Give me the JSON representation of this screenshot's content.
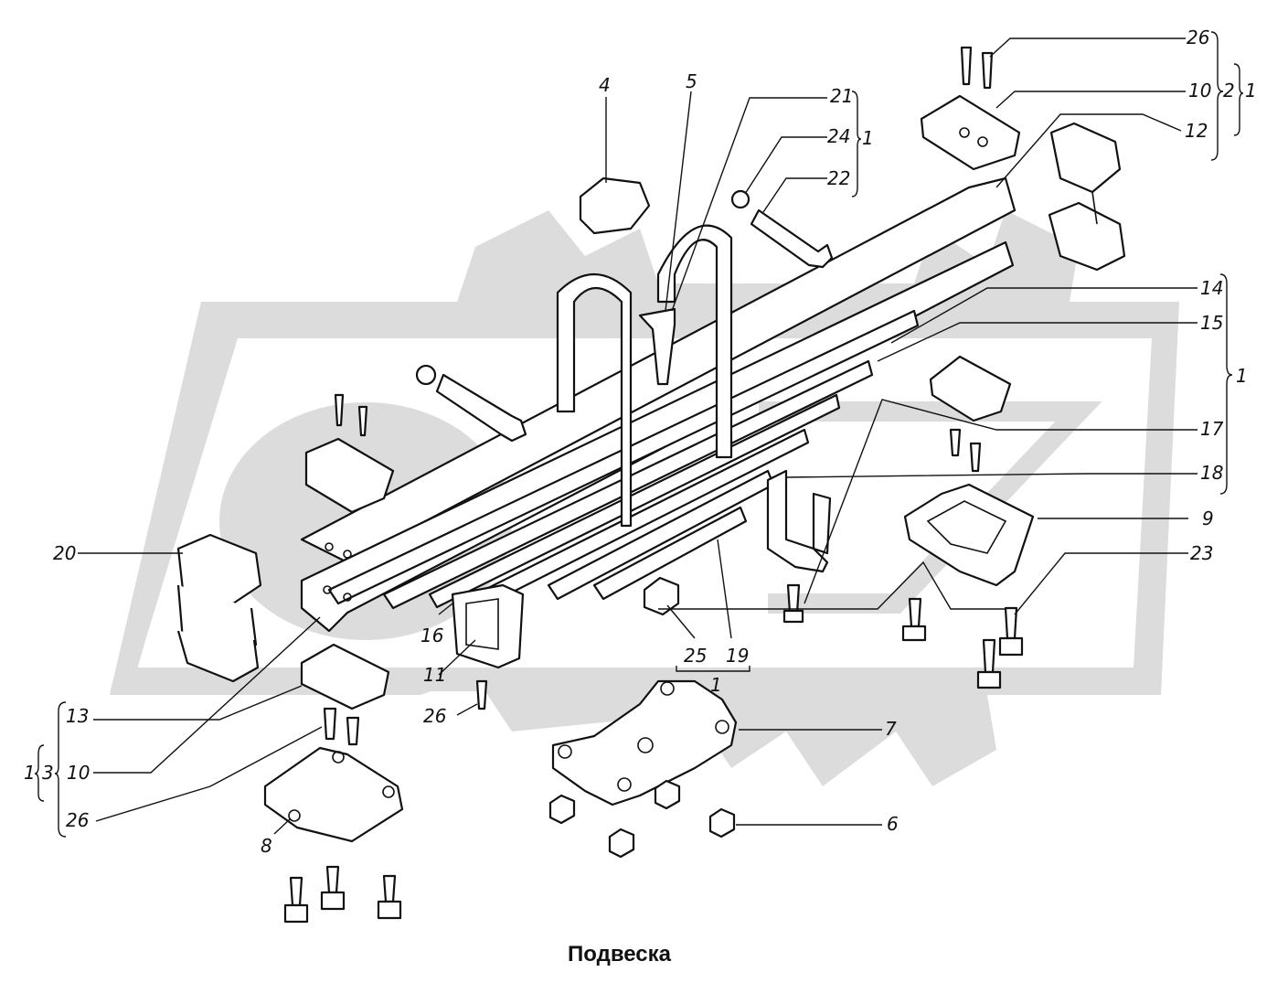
{
  "caption": "Подвеска",
  "colors": {
    "line": "#111111",
    "watermark": "#dcdcdc",
    "background": "#ffffff"
  },
  "callouts": [
    {
      "id": "c26a",
      "text": "26"
    },
    {
      "id": "c10a",
      "text": "10"
    },
    {
      "id": "c2a",
      "text": "2"
    },
    {
      "id": "c1a",
      "text": "1"
    },
    {
      "id": "c12",
      "text": "12"
    },
    {
      "id": "c21",
      "text": "21"
    },
    {
      "id": "c24",
      "text": "24"
    },
    {
      "id": "c1b",
      "text": "1"
    },
    {
      "id": "c22",
      "text": "22"
    },
    {
      "id": "c4",
      "text": "4"
    },
    {
      "id": "c5",
      "text": "5"
    },
    {
      "id": "c14",
      "text": "14"
    },
    {
      "id": "c15",
      "text": "15"
    },
    {
      "id": "c1c",
      "text": "1"
    },
    {
      "id": "c17",
      "text": "17"
    },
    {
      "id": "c18",
      "text": "18"
    },
    {
      "id": "c9",
      "text": "9"
    },
    {
      "id": "c23",
      "text": "23"
    },
    {
      "id": "c20",
      "text": "20"
    },
    {
      "id": "c16",
      "text": "16"
    },
    {
      "id": "c11",
      "text": "11"
    },
    {
      "id": "c25",
      "text": "25"
    },
    {
      "id": "c19",
      "text": "19"
    },
    {
      "id": "c1d",
      "text": "1"
    },
    {
      "id": "c26b",
      "text": "26"
    },
    {
      "id": "c13",
      "text": "13"
    },
    {
      "id": "c1e",
      "text": "1"
    },
    {
      "id": "c3",
      "text": "3"
    },
    {
      "id": "c10b",
      "text": "10"
    },
    {
      "id": "c26c",
      "text": "26"
    },
    {
      "id": "c8",
      "text": "8"
    },
    {
      "id": "c7",
      "text": "7"
    },
    {
      "id": "c6",
      "text": "6"
    }
  ]
}
